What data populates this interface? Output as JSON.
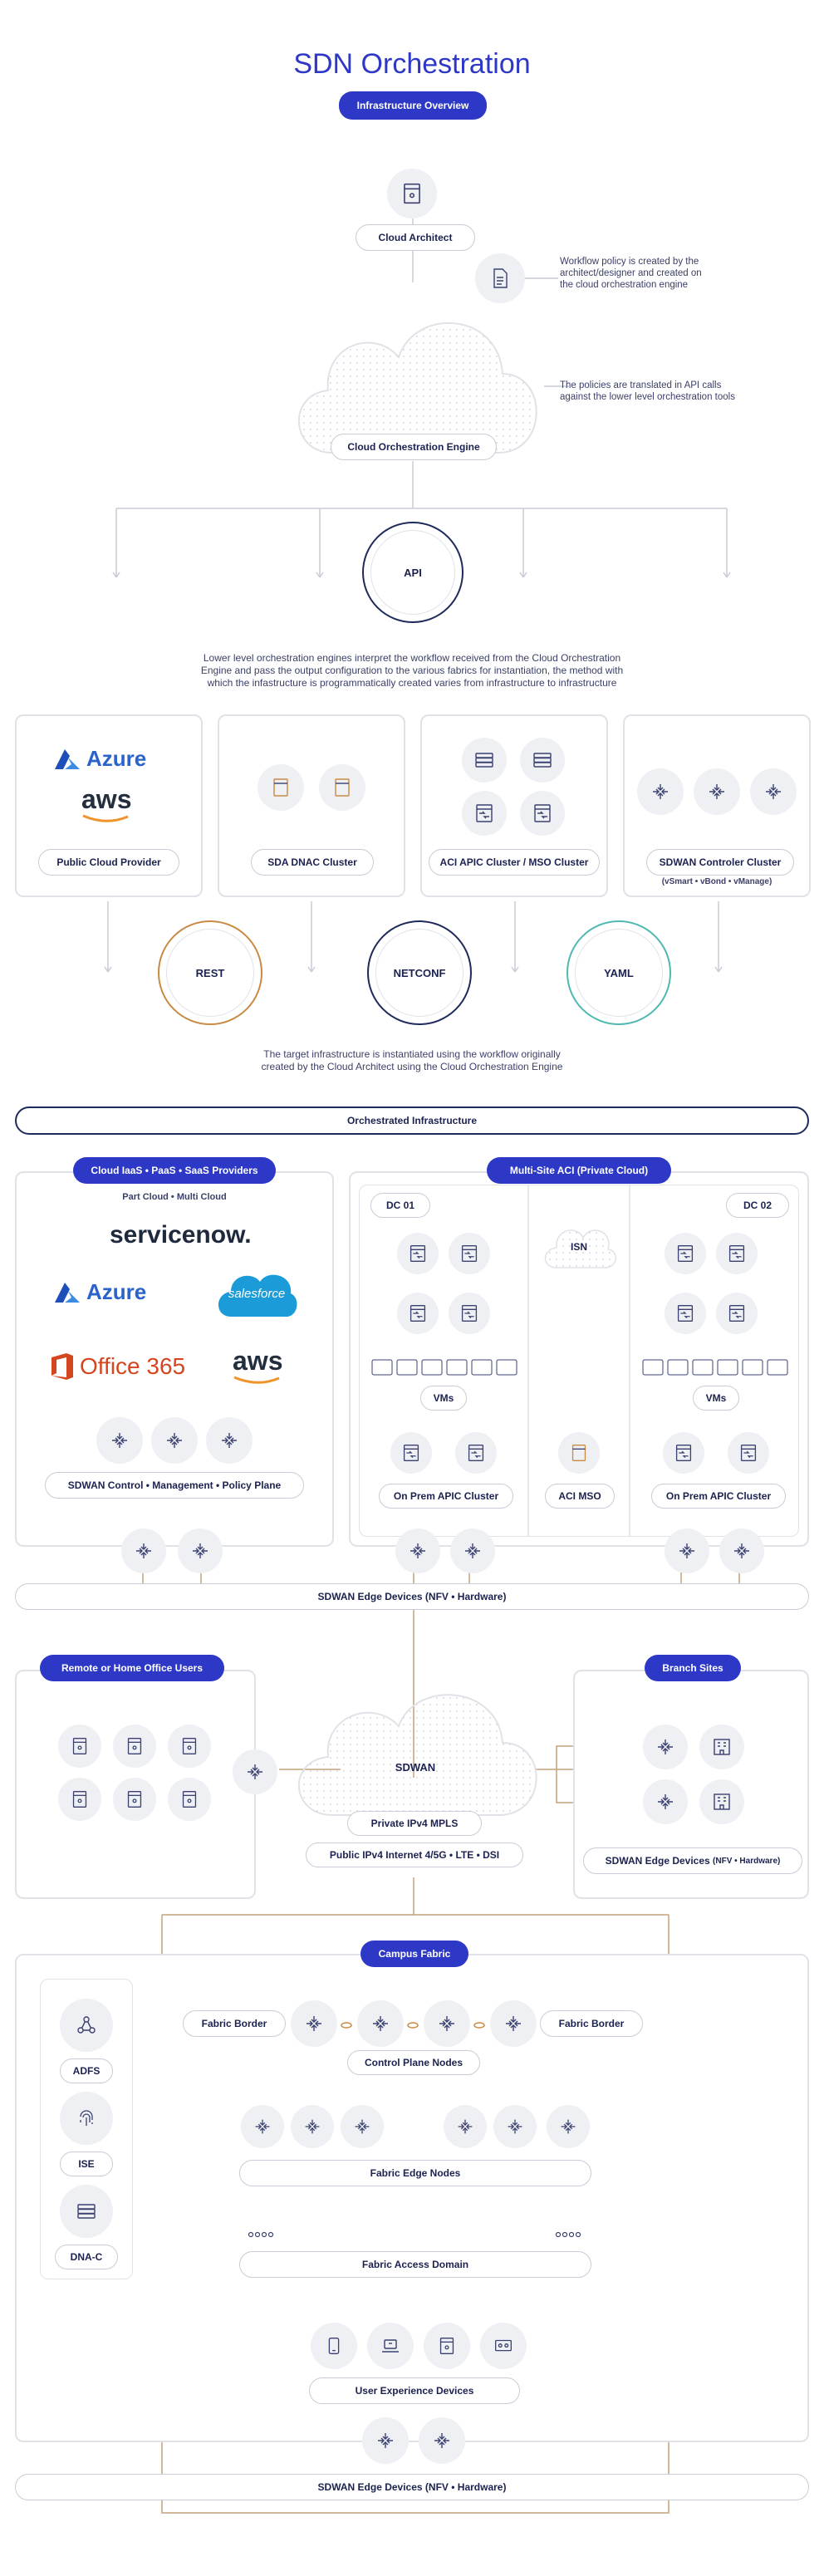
{
  "title": "SDN Orchestration",
  "overview_badge": "Infrastructure Overview",
  "cloud_architect": "Cloud Architect",
  "workflow_note": [
    "Workflow policy is created by the",
    "architect/designer and created on",
    "the cloud orchestration engine"
  ],
  "policies_note": [
    "The policies are translated in API calls",
    "against the lower level orchestration tools"
  ],
  "cloud_engine": "Cloud Orchestration Engine",
  "api": "API",
  "lower_note": [
    "Lower level orchestration engines interpret the workflow received from the Cloud Orchestration",
    "Engine and pass the output configuration to the various fabrics for instantiation, the method with",
    "which the infastructure is programmatically created varies from infrastructure to infrastructure"
  ],
  "cards": {
    "public_cloud": {
      "label": "Public Cloud Provider",
      "azure": "Azure",
      "aws": "aws"
    },
    "sda": {
      "label": "SDA DNAC Cluster"
    },
    "aci": {
      "label": "ACI APIC Cluster / MSO Cluster"
    },
    "sdwan": {
      "label": "SDWAN Controler Cluster",
      "sub": "(vSmart • vBond • vManage)"
    }
  },
  "protocols": {
    "rest": "REST",
    "netconf": "NETCONF",
    "yaml": "YAML",
    "colors": {
      "rest": "#c98a45",
      "netconf": "#1f2a5c",
      "yaml": "#4fb8b0"
    }
  },
  "target_note": [
    "The target infrastructure is instantiated using the workflow originally",
    "created by the Cloud Architect using the Cloud Orchestration Engine"
  ],
  "orchestrated": "Orchestrated Infrastructure",
  "cloud_providers": {
    "badge": "Cloud IaaS • PaaS • SaaS Providers",
    "sub": "Part Cloud • Multi Cloud",
    "servicenow": "servicenow.",
    "azure": "Azure",
    "salesforce": "salesforce",
    "office": "Office 365",
    "aws": "aws",
    "control_plane": "SDWAN Control • Management • Policy Plane"
  },
  "multisite": {
    "badge": "Multi-Site ACI (Private Cloud)",
    "dc01": "DC 01",
    "dc02": "DC 02",
    "isn": "ISN",
    "vms1": "VMs",
    "vms2": "VMs",
    "apic1": "On Prem APIC Cluster",
    "apic2": "On Prem APIC Cluster",
    "mso": "ACI MSO"
  },
  "edge_top": "SDWAN Edge Devices (NFV • Hardware)",
  "remote": {
    "badge": "Remote or  Home Office Users"
  },
  "sdwan_cloud": {
    "label": "SDWAN",
    "mpls": "Private IPv4 MPLS",
    "internet": "Public IPv4 Internet 4/5G • LTE • DSI"
  },
  "branch": {
    "badge": "Branch Sites",
    "edge": "SDWAN Edge Devices",
    "edge_sub": "(NFV • Hardware)"
  },
  "campus": {
    "badge": "Campus Fabric",
    "fabric_border_left": "Fabric Border",
    "fabric_border_right": "Fabric Border",
    "control_plane": "Control Plane Nodes",
    "edge_nodes": "Fabric Edge Nodes",
    "access_domain": "Fabric Access Domain",
    "ux_devices": "User Experience Devices",
    "adfs": "ADFS",
    "ise": "ISE",
    "dnac": "DNA-C"
  },
  "edge_bottom": "SDWAN Edge Devices (NFV • Hardware)",
  "colors": {
    "brand": "#2d39c6",
    "ink": "#1c2250",
    "line": "#c4a27a",
    "border": "#e0e2e8",
    "icon_bg": "#eef0f4"
  }
}
